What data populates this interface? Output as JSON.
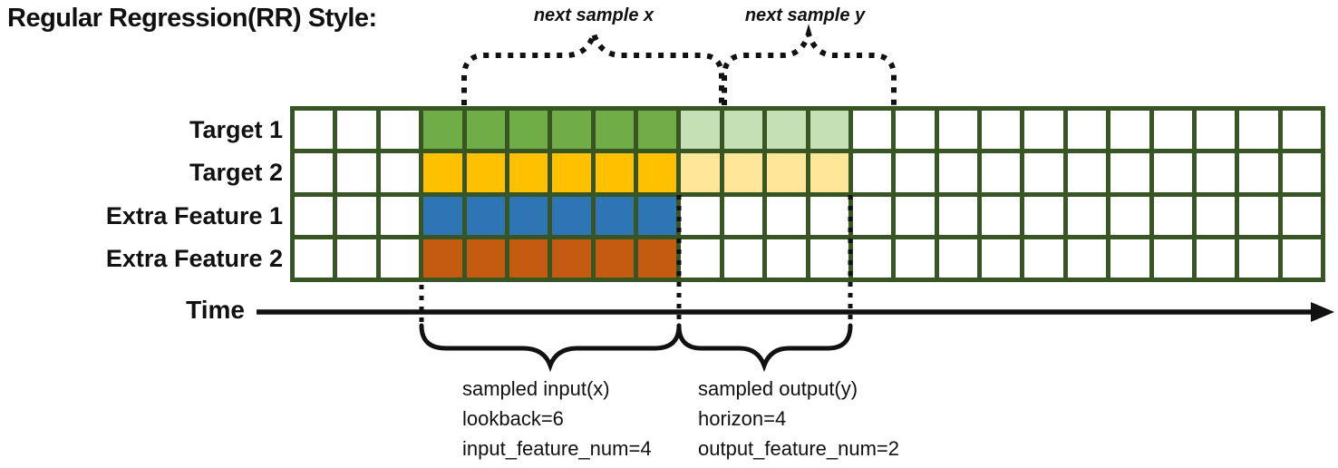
{
  "title": "Regular Regression(RR) Style:",
  "annotations": {
    "next_sample_x": "next sample x",
    "next_sample_y": "next sample y"
  },
  "grid": {
    "columns_total": 24,
    "lead_in_columns": 3,
    "lookback": 6,
    "horizon": 4,
    "rows": [
      {
        "label": "Target 1",
        "input_color": "#70AD47",
        "output_color": "#C5E0B4"
      },
      {
        "label": "Target 2",
        "input_color": "#FFC000",
        "output_color": "#FFE699"
      },
      {
        "label": "Extra Feature 1",
        "input_color": "#2E75B6",
        "output_color": null
      },
      {
        "label": "Extra Feature 2",
        "input_color": "#C55A11",
        "output_color": null
      }
    ]
  },
  "colors": {
    "grid_border": "#375623",
    "empty_cell": "#ffffff",
    "line_color": "#111111"
  },
  "time_axis": {
    "label": "Time"
  },
  "sample_notes": {
    "input": {
      "lines": [
        "sampled input(x)",
        "lookback=6",
        "input_feature_num=4"
      ]
    },
    "output": {
      "lines": [
        "sampled output(y)",
        "horizon=4",
        "output_feature_num=2"
      ]
    }
  }
}
